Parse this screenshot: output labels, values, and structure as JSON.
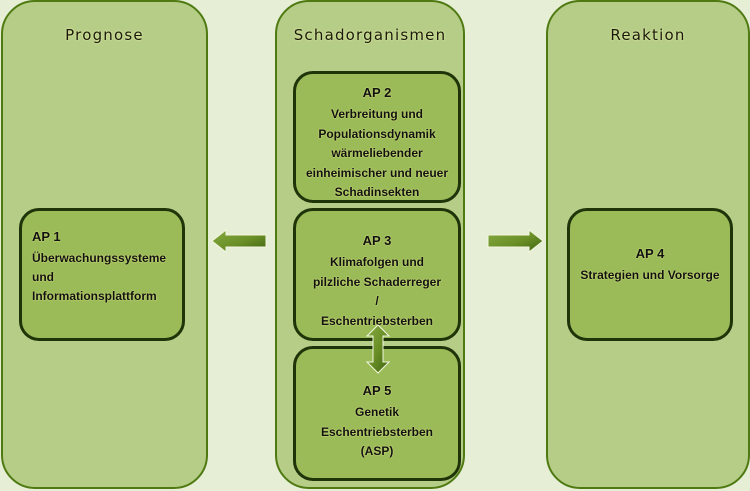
{
  "columns": [
    {
      "id": "prognose",
      "title": "Prognose"
    },
    {
      "id": "schadorganismen",
      "title": "Schadorganismen"
    },
    {
      "id": "reaktion",
      "title": "Reaktion"
    }
  ],
  "work_packages": {
    "ap1": {
      "id": "AP 1",
      "lines": [
        "Überwachungssysteme",
        "und",
        "Informationsplattform"
      ]
    },
    "ap2": {
      "id": "AP 2",
      "lines": [
        "Verbreitung und",
        "Populationsdynamik",
        "wärmeliebender",
        "einheimischer und neuer",
        "Schadinsekten"
      ]
    },
    "ap3": {
      "id": "AP 3",
      "lines": [
        "Klimafolgen und",
        "pilzliche Schaderreger",
        "/",
        "Eschentriebsterben"
      ]
    },
    "ap4": {
      "id": "AP 4",
      "lines": [
        "Strategien und Vorsorge"
      ]
    },
    "ap5": {
      "id": "AP 5",
      "lines": [
        "Genetik",
        "Eschentriebsterben",
        "(ASP)"
      ]
    }
  },
  "arrows": [
    {
      "name": "arrow-to-prognose",
      "direction": "left"
    },
    {
      "name": "arrow-to-reaktion",
      "direction": "right"
    },
    {
      "name": "arrow-ap3-ap5",
      "direction": "up-down"
    }
  ],
  "colors": {
    "background": "#e6eed6",
    "column_fill": "#b6cd87",
    "column_border": "#4f7a12",
    "box_fill": "#9bbb59",
    "box_border": "#1f3409",
    "arrow_dark": "#4a6e14",
    "arrow_light": "#7ea23a"
  }
}
